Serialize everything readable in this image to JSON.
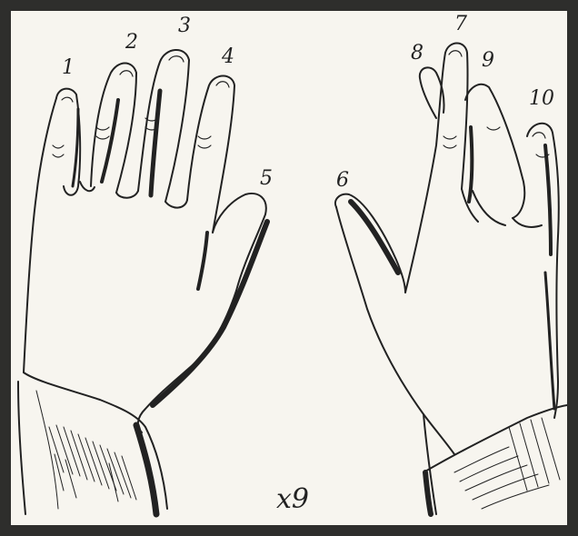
{
  "figure": {
    "caption": "x9",
    "left_hand": {
      "finger_numbers": [
        "1",
        "2",
        "3",
        "4",
        "5"
      ]
    },
    "right_hand": {
      "finger_numbers": [
        "6",
        "7",
        "8",
        "9",
        "10"
      ]
    }
  },
  "colors": {
    "frame": "#2e2e2c",
    "paper": "#f7f5ef",
    "ink": "#222222"
  }
}
